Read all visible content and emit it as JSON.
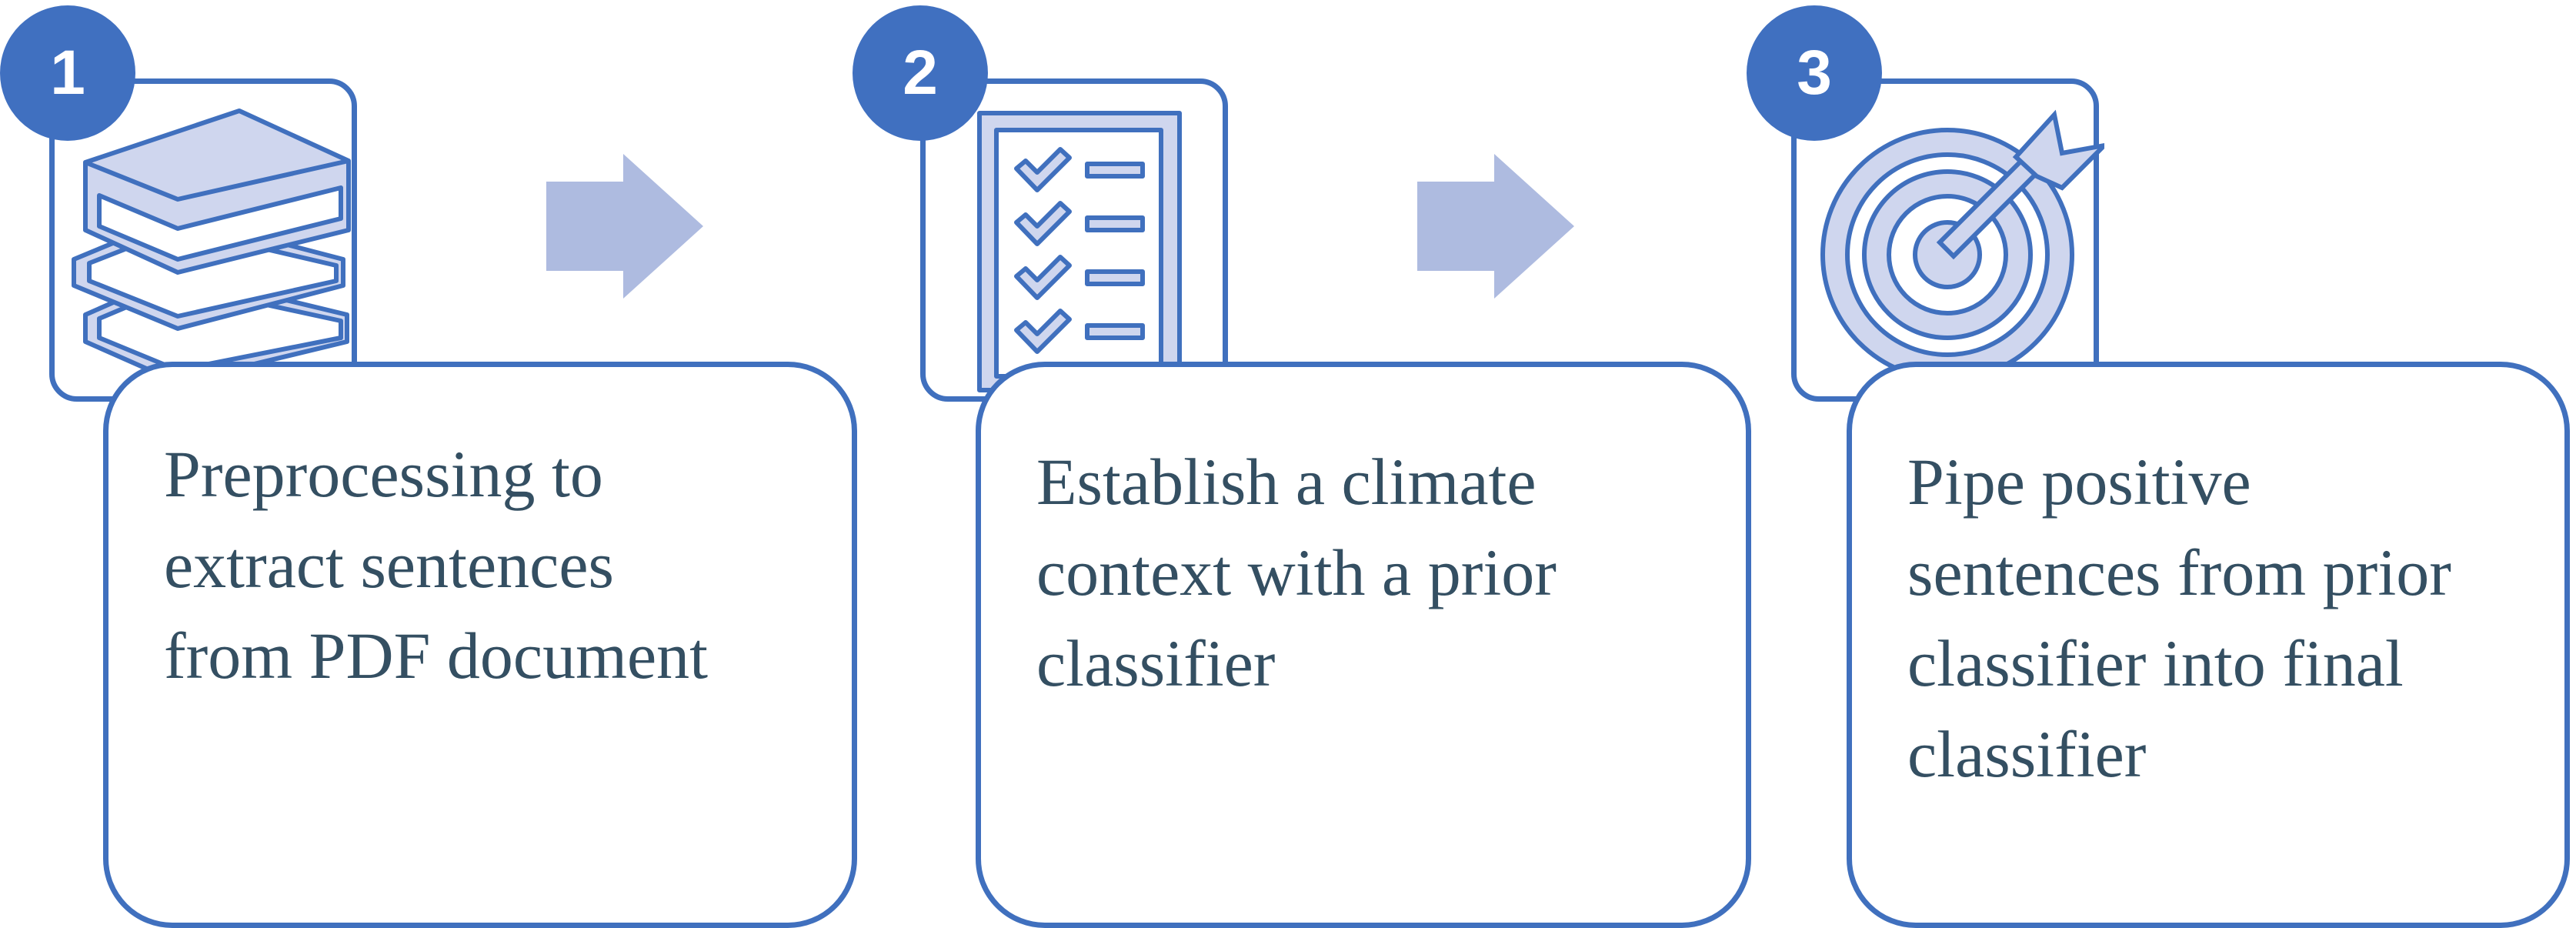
{
  "colors": {
    "accent": "#4070c0",
    "outline": "#4070be",
    "icon_fill": "#cfd6ee",
    "arrow_fill": "#aebbe0",
    "text": "#344f62"
  },
  "steps": [
    {
      "number": "1",
      "icon": "books-icon",
      "text": "Preprocessing to\nextract sentences\nfrom PDF document"
    },
    {
      "number": "2",
      "icon": "checklist-icon",
      "text": "Establish a climate\ncontext with a prior\nclassifier"
    },
    {
      "number": "3",
      "icon": "target-icon",
      "text": "Pipe positive\nsentences from prior\nclassifier into final\nclassifier"
    }
  ]
}
